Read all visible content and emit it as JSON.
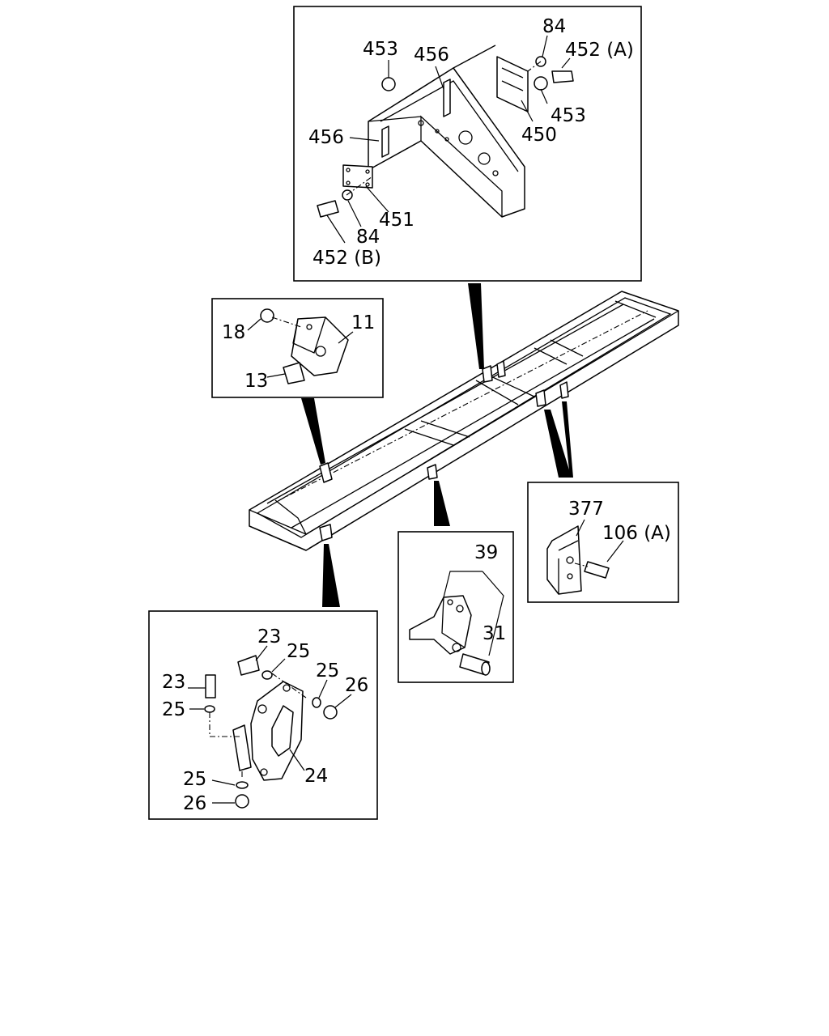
{
  "callouts": {
    "top_detail": {
      "c84_upper": "84",
      "c452a": "452 (A)",
      "c453_left": "453",
      "c456_upper": "456",
      "c453_right": "453",
      "c450": "450",
      "c456_left": "456",
      "c451": "451",
      "c84_lower": "84",
      "c452b": "452 (B)"
    },
    "left_detail": {
      "c18": "18",
      "c11": "11",
      "c13": "13"
    },
    "right_detail": {
      "c377": "377",
      "c106a": "106 (A)"
    },
    "center_detail": {
      "c39": "39",
      "c31": "31"
    },
    "bottom_detail": {
      "c23_upper": "23",
      "c25_upper": "25",
      "c23_left": "23",
      "c25_right": "25",
      "c26_right": "26",
      "c25_left": "25",
      "c24": "24",
      "c25_lower": "25",
      "c26_lower": "26"
    }
  }
}
